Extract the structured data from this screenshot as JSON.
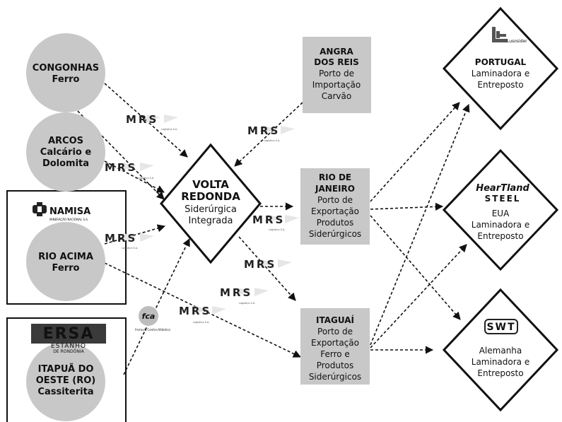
{
  "sources": {
    "congonhas": {
      "l1": "CONGONHAS",
      "l2": "Ferro"
    },
    "arcos": {
      "l1": "ARCOS",
      "l2": "Calcário e",
      "l3": "Dolomita"
    },
    "rio_acima": {
      "l1": "RIO ACIMA",
      "l2": "Ferro",
      "logo": "NAMISA",
      "logo_sub": "MINERAÇÃO NACIONAL S.A."
    },
    "itapua": {
      "l1": "ITAPUÃ DO",
      "l2": "OESTE (RO)",
      "l3": "Cassiterita",
      "logo": "ERSA",
      "logo_sub1": "ESTANHO",
      "logo_sub2": "DE RONDÔNIA"
    }
  },
  "hub": {
    "l1": "VOLTA",
    "l2": "REDONDA",
    "l3": "Siderúrgica",
    "l4": "Integrada"
  },
  "ports": {
    "angra": {
      "l1": "ANGRA",
      "l2": "DOS REIS",
      "l3": "Porto de",
      "l4": "Importação",
      "l5": "Carvão"
    },
    "rio": {
      "l1": "RIO DE",
      "l2": "JANEIRO",
      "l3": "Porto de",
      "l4": "Exportação",
      "l5": "Produtos",
      "l6": "Siderúrgicos"
    },
    "itaguai": {
      "l1": "ITAGUAÍ",
      "l2": "Porto de",
      "l3": "Exportação",
      "l4": "Ferro e",
      "l5": "Produtos",
      "l6": "Siderúrgicos"
    }
  },
  "destinations": {
    "portugal": {
      "l1": "PORTUGAL",
      "l2": "Laminadora e",
      "l3": "Entreposto",
      "logo": "Lusosider"
    },
    "eua": {
      "l1": "EUA",
      "l2": "Laminadora e",
      "l3": "Entreposto",
      "logo1": "HearTland",
      "logo2": "STEEL"
    },
    "alemanha": {
      "l1": "Alemanha",
      "l2": "Laminadora e",
      "l3": "Entreposto",
      "logo": "SWT"
    }
  },
  "mrs": {
    "text": "MRS",
    "sub": "Logística S.A."
  },
  "fca": {
    "text": "fca",
    "sub": "Ferrovia Centro-Atlântica"
  },
  "colors": {
    "circle": "#c8c8c8",
    "port_box": "#c8c8c8",
    "line": "#111111",
    "ersa_bg": "#3a3a3a"
  }
}
